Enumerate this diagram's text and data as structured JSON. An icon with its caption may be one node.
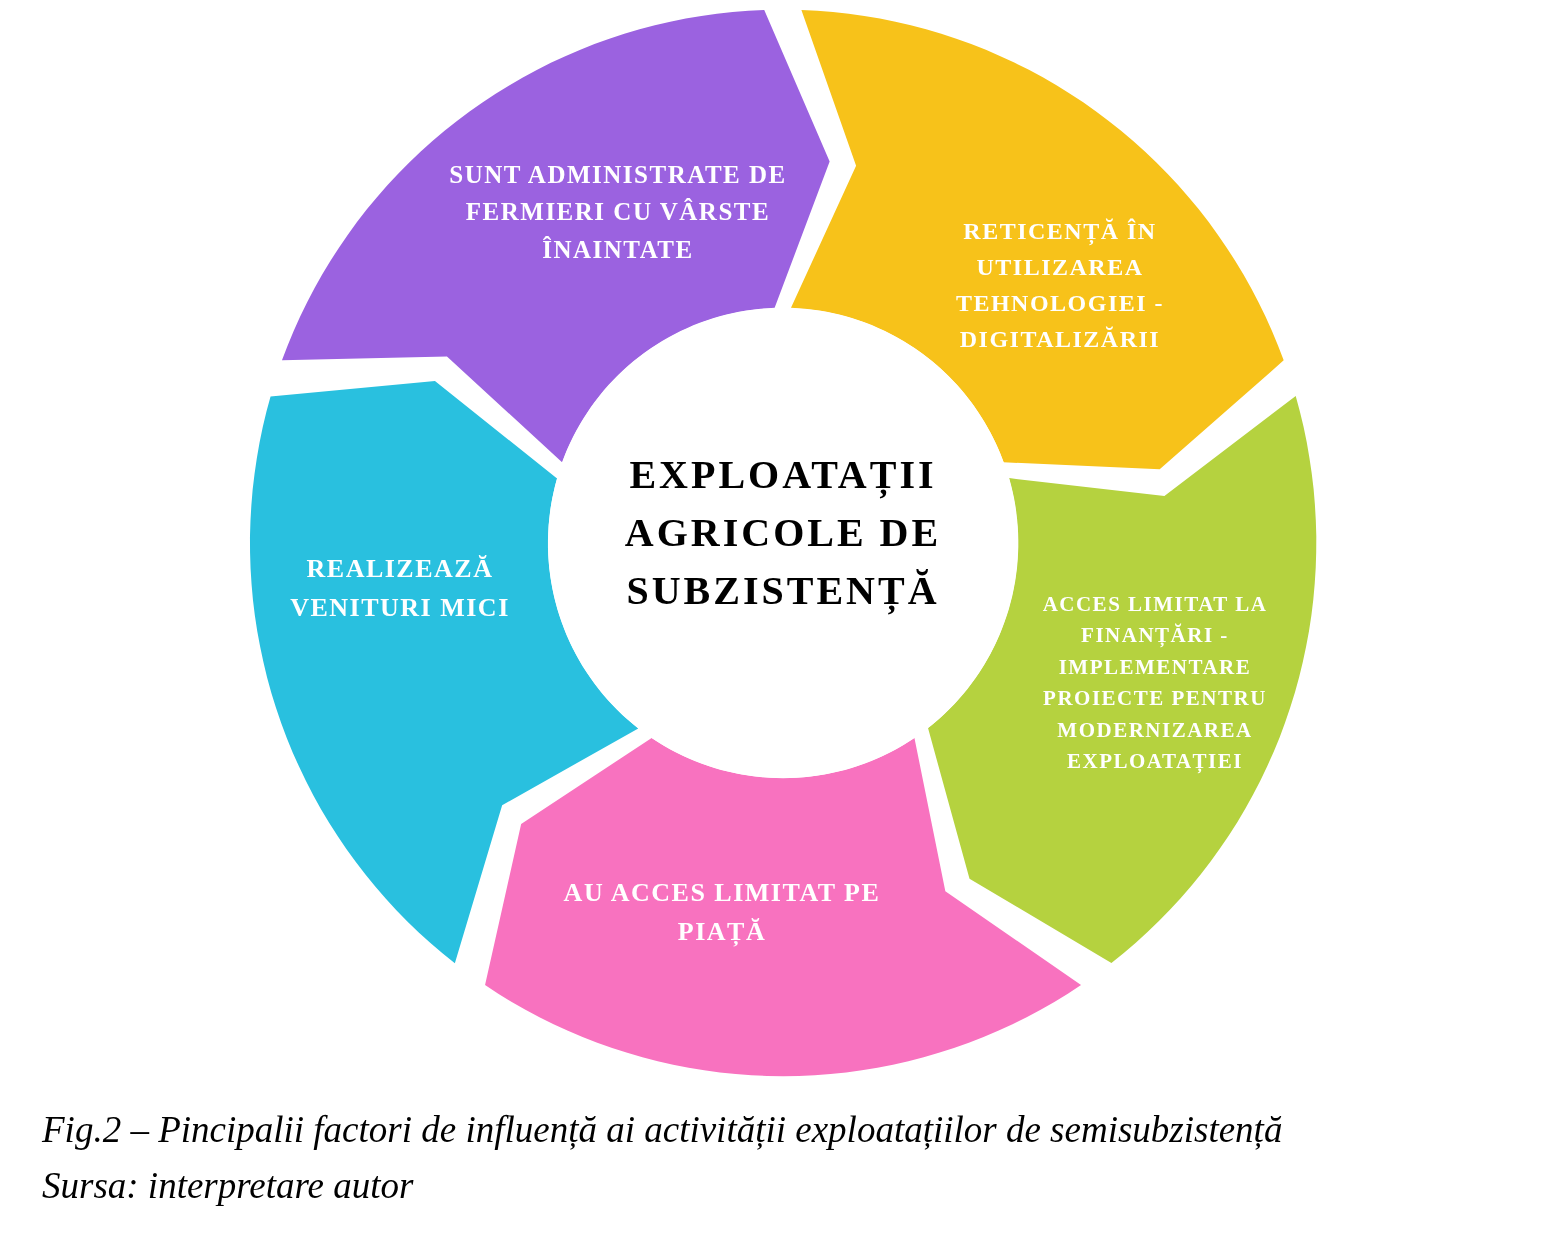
{
  "diagram": {
    "caption": "Fig.2 – Pincipalii factori de influență ai activității exploatațiilor de semisubzistență",
    "nodes": [
      {
        "text": [
          "EXPLOATAȚII AGRICOLE DE SUBZISTENȚĂ"
        ]
      },
      {
        "text": [
          "SUNT ADMINISTRATE DE FERMIERI CU VÂRSTE ÎNAINTATE"
        ]
      },
      {
        "text": [
          "RETICENȚĂ ÎN UTILIZAREA TEHNOLOGIEI - DIGITALIZĂRII"
        ]
      },
      {
        "text": [
          "ACCES LIMITAT LA FINANȚĂRI - IMPLEMENTARE PROIECTE PENTRU MODERNIZAREA EXPLOATAȚIEI"
        ]
      },
      {
        "text": [
          "AU ACCES LIMITAT PE PIAȚĂ"
        ]
      },
      {
        "text": [
          "REALIZEAZĂ VENITURI MICI"
        ]
      }
    ],
    "labels": [
      "Sursa: interpretare autor"
    ]
  }
}
